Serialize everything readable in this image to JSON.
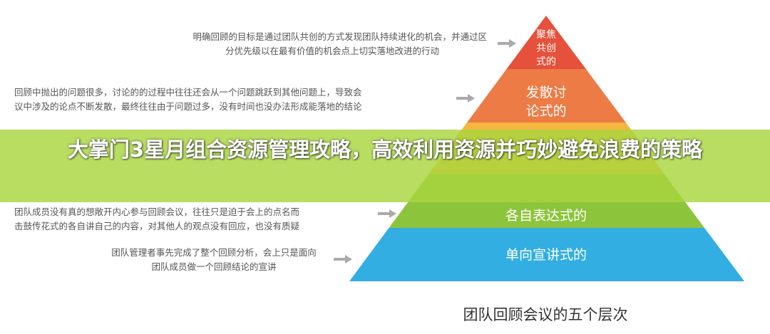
{
  "descriptions": [
    {
      "line1": "明确回顾的目标是通过团队共创的方式发现团队持续进化的机会，并通过区",
      "line2": "分优先级以在最有价值的机会点上切实落地改进的行动"
    },
    {
      "line1": "回顾中抛出的问题很多，讨论的的过程中往往还会从一个问题跳跃到其他问题上，导致会",
      "line2": "议中涉及的论点不断发散，最终往往由于问题过多，没有时间也没办法形成能落地的结论"
    },
    {
      "line1": "团队成员没有真的想敞开内心参与回顾会议，往往只是迫于会上的点名而",
      "line2": "击鼓传花式的各自讲自己的内容，对其他人的观点没有回应，也没有质疑"
    },
    {
      "line1": "团队管理者事先完成了整个回顾分析，会上只是面向",
      "line2": "团队成员做一个回顾结论的宣讲"
    }
  ],
  "pyramid": {
    "layers": [
      {
        "label": "聚焦\n共创\n式的",
        "color": "#e5513a"
      },
      {
        "label": "发散讨\n论式的",
        "color": "#ec7b45"
      },
      {
        "label": "",
        "color": "#f4b63f"
      },
      {
        "label": "各自表达式的",
        "color": "#8cc43c"
      },
      {
        "label": "单向宣讲式的",
        "color": "#33aee3"
      }
    ],
    "caption": "团队回顾会议的五个层次"
  },
  "overlay": {
    "title": "大掌门3星月组合资源管理攻略，高效利用资源并巧妙避免浪费的策略"
  },
  "colors": {
    "arrow": "#aaaaaa",
    "banner": "#a8d63e"
  }
}
